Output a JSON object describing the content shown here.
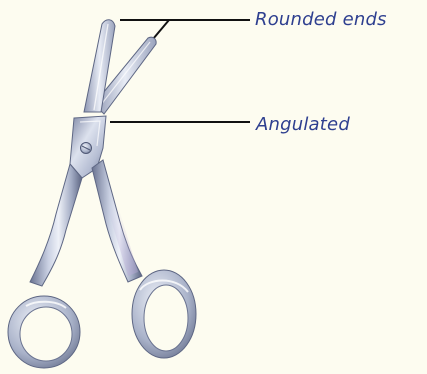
{
  "labels": {
    "rounded_ends": "Rounded ends",
    "angulated": "Angulated"
  },
  "subject_icon": "bandage-scissors",
  "colors": {
    "background": "#fdfcf0",
    "label_text": "#2e3f8f",
    "leader_line": "#111111",
    "steel_light": "#e4e8f2",
    "steel_mid": "#a9b2c9",
    "steel_dark": "#5e6784"
  }
}
